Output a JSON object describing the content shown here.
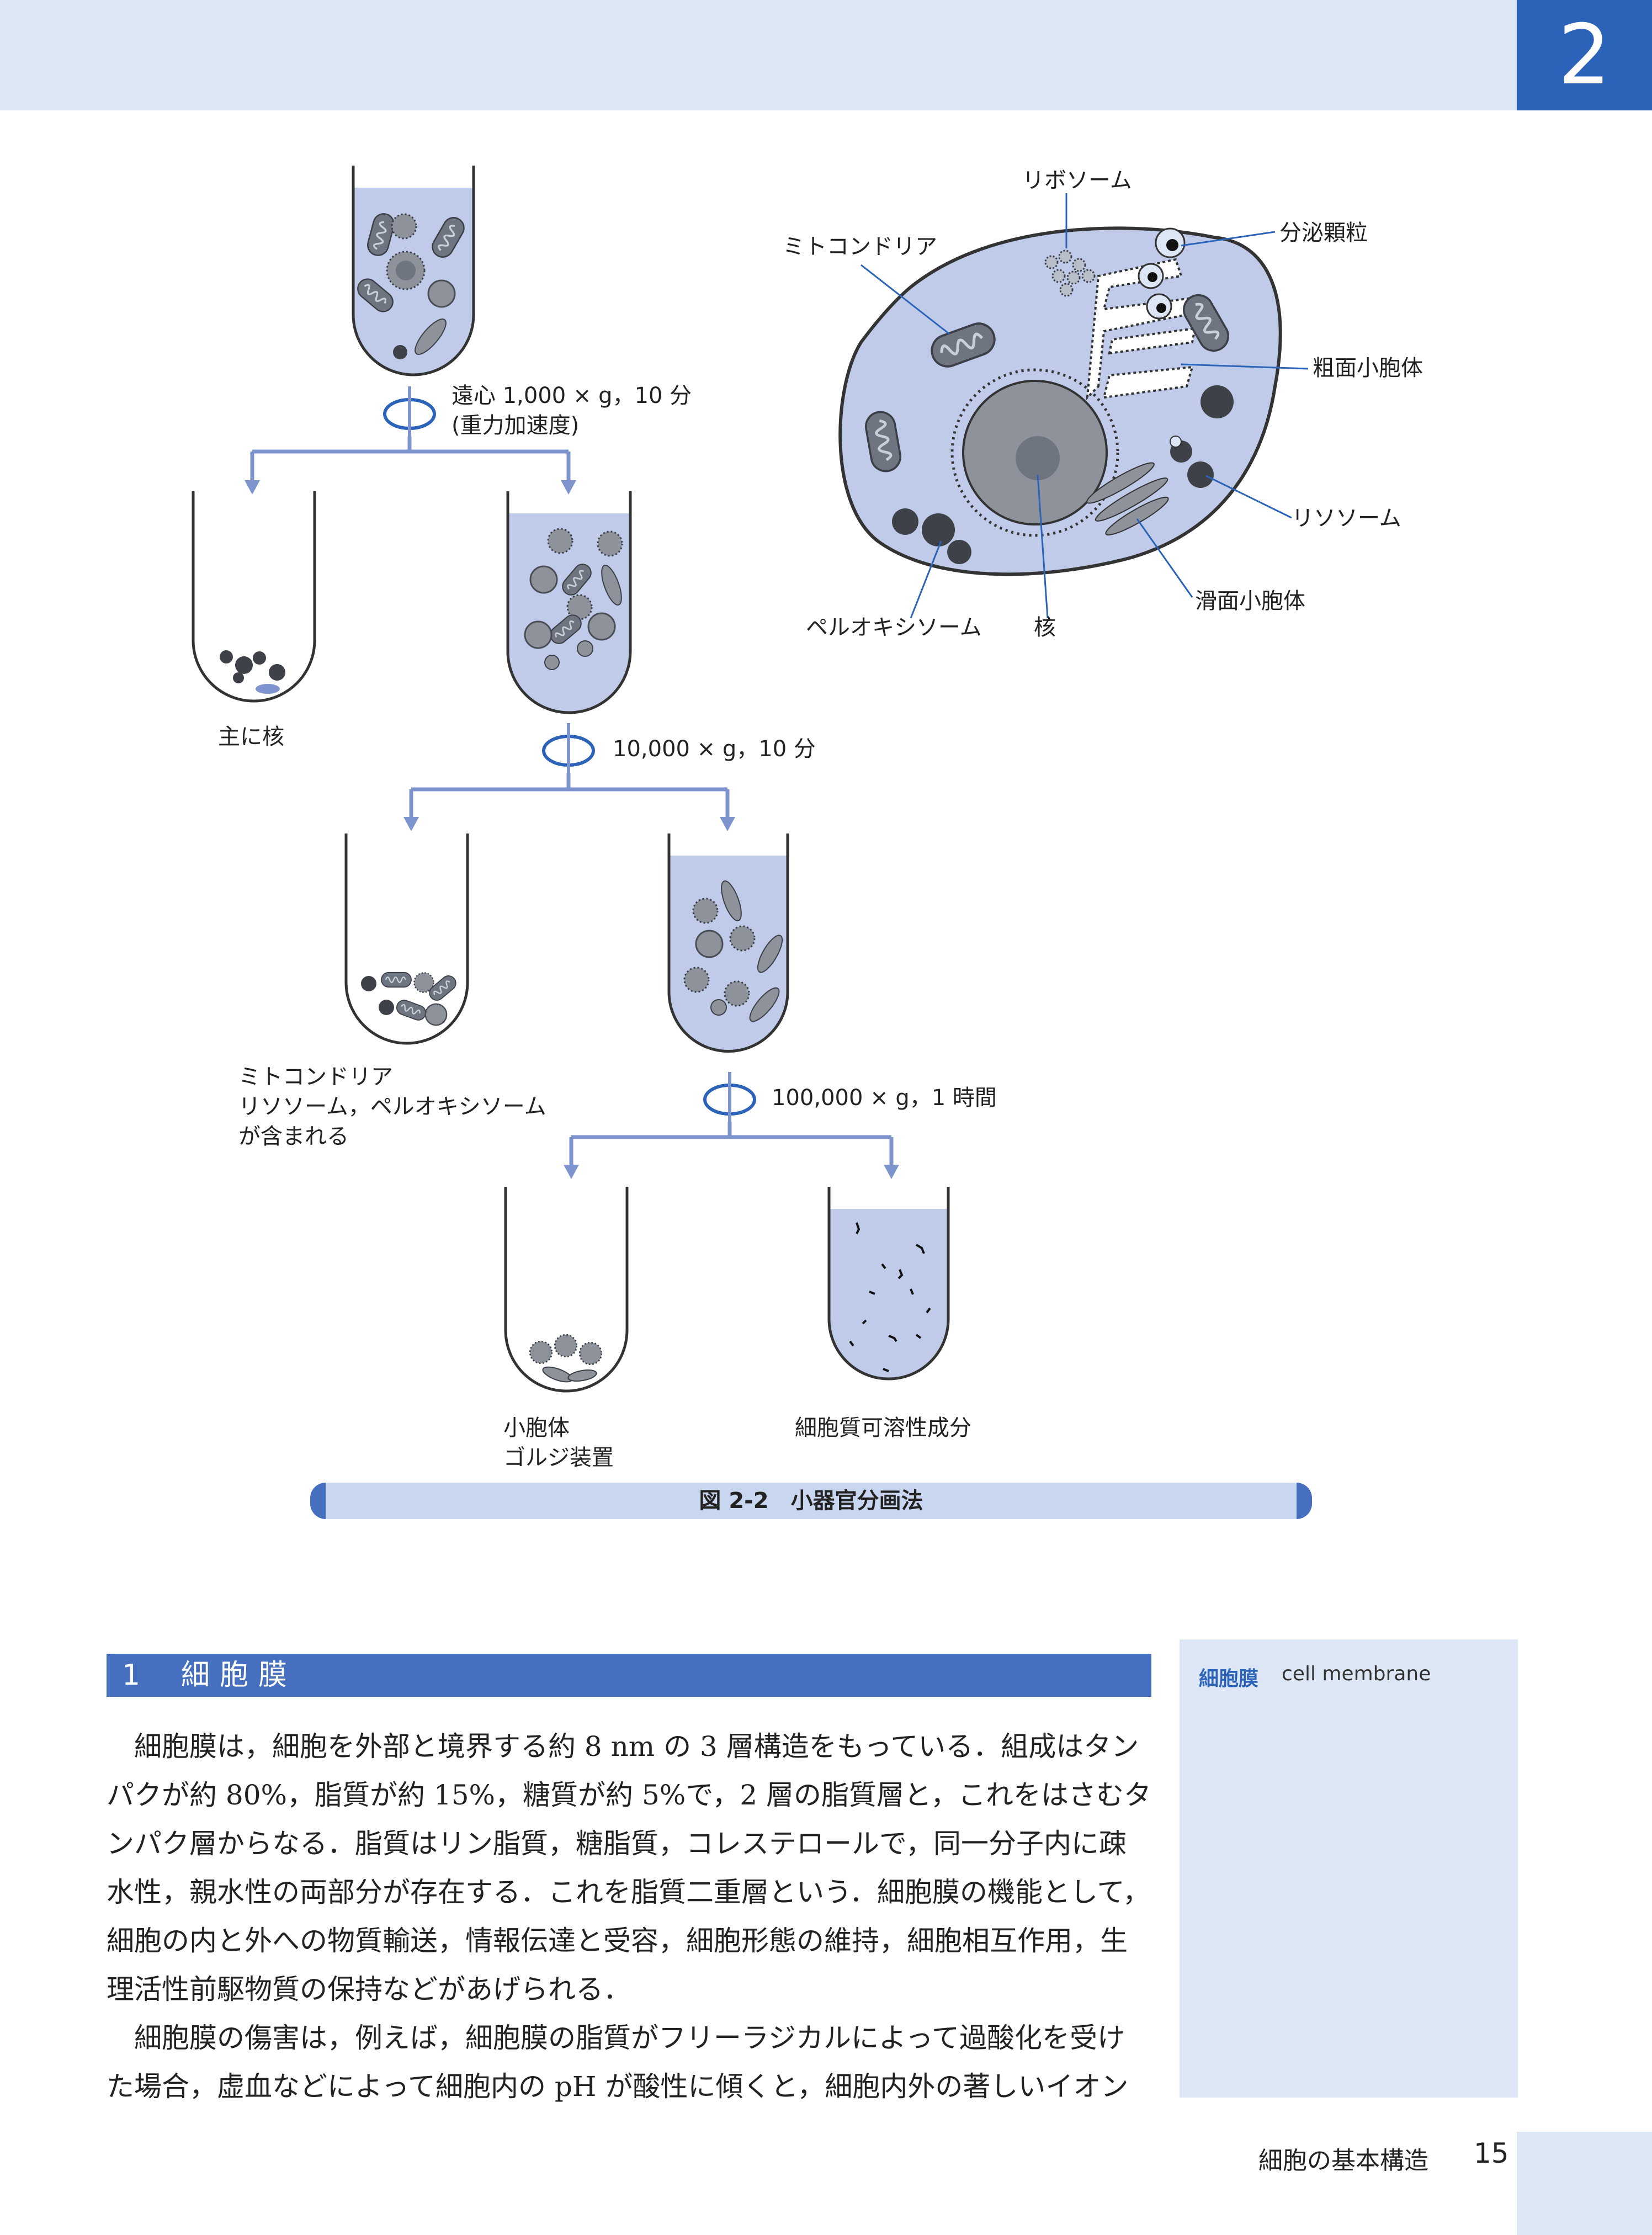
{
  "header": {
    "chapter_number": "2"
  },
  "figure": {
    "steps": [
      {
        "speed": "遠心 1,000 × g，10 分",
        "note": "(重力加速度)"
      },
      {
        "speed": "10,000 × g，10 分"
      },
      {
        "speed": "100,000 × g，1 時間"
      }
    ],
    "pellets": [
      {
        "lines": [
          "主に核"
        ]
      },
      {
        "lines": [
          "ミトコンドリア",
          "リソソーム，ペルオキシソーム",
          "が含まれる"
        ]
      },
      {
        "lines": [
          "小胞体",
          "ゴルジ装置"
        ]
      },
      {
        "lines": [
          "細胞質可溶性成分"
        ]
      }
    ],
    "cell_labels": {
      "ribosome": "リボソーム",
      "mitochondria": "ミトコンドリア",
      "secretory_granule": "分泌顆粒",
      "rough_er": "粗面小胞体",
      "lysosome": "リソソーム",
      "smooth_er": "滑面小胞体",
      "peroxisome": "ペルオキシソーム",
      "nucleus": "核"
    },
    "caption": "図 2-2　小器官分画法"
  },
  "section": {
    "number": "1",
    "title": "細胞膜"
  },
  "sidebar": {
    "term": "細胞膜",
    "english": "cell membrane"
  },
  "body": {
    "paragraphs": [
      "細胞膜は，細胞を外部と境界する約 8 nm の 3 層構造をもっている．組成はタンパクが約 80%，脂質が約 15%，糖質が約 5%で，2 層の脂質層と，これをはさむタンパク層からなる．脂質はリン脂質，糖脂質，コレステロールで，同一分子内に疎水性，親水性の両部分が存在する．これを脂質二重層という．細胞膜の機能として，細胞の内と外への物質輸送，情報伝達と受容，細胞形態の維持，細胞相互作用，生理活性前駆物質の保持などがあげられる．",
      "細胞膜の傷害は，例えば，細胞膜の脂質がフリーラジカルによって過酸化を受けた場合，虚血などによって細胞内の pH が酸性に傾くと，細胞内外の著しいイオン"
    ]
  },
  "footer": {
    "running_title": "細胞の基本構造",
    "page_number": "15"
  },
  "colors": {
    "accent": "#2b63b8",
    "band": "#dde6f4",
    "arrow": "#7d94cf",
    "liquid": "#bfcbe8"
  }
}
